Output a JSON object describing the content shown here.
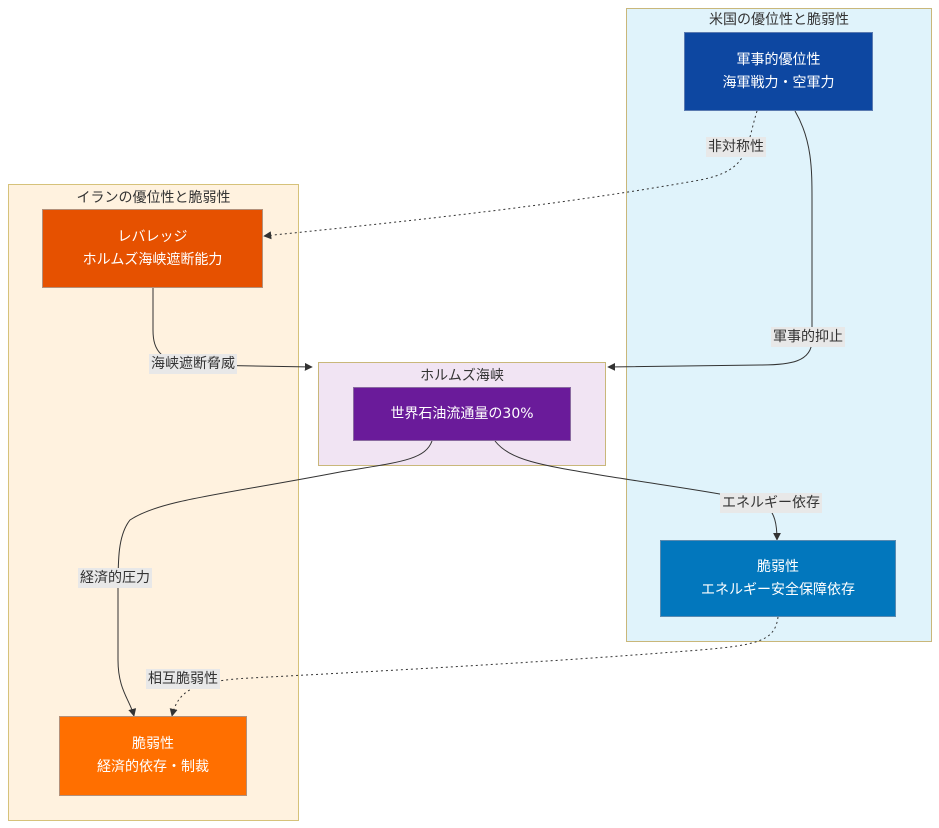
{
  "clusters": {
    "iran": {
      "title": "イランの優位性と脆弱性",
      "fill": "#fff2df",
      "stroke": "#d6c27a"
    },
    "hormuz": {
      "title": "ホルムズ海峡",
      "fill": "#f1e4f3",
      "stroke": "#c9b77a"
    },
    "us": {
      "title": "米国の優位性と脆弱性",
      "fill": "#e0f3fb",
      "stroke": "#c9b77a"
    }
  },
  "nodes": {
    "iran_leverage": {
      "line1": "レバレッジ",
      "line2": "ホルムズ海峡遮断能力",
      "color": "#e65100"
    },
    "iran_vulnerability": {
      "line1": "脆弱性",
      "line2": "経済的依存・制裁",
      "color": "#ff6f00"
    },
    "hormuz_flow": {
      "line1": "世界石油流通量の30%",
      "color": "#6a1b9a"
    },
    "us_military": {
      "line1": "軍事的優位性",
      "line2": "海軍戦力・空軍力",
      "color": "#0d47a1"
    },
    "us_vulnerability": {
      "line1": "脆弱性",
      "line2": "エネルギー安全保障依存",
      "color": "#0277bd"
    }
  },
  "edges": {
    "asymmetry": "非対称性",
    "strait_threat": "海峡遮断脅威",
    "military_deterrence": "軍事的抑止",
    "economic_pressure": "経済的圧力",
    "energy_dependence": "エネルギー依存",
    "mutual_vulnerability": "相互脆弱性"
  }
}
